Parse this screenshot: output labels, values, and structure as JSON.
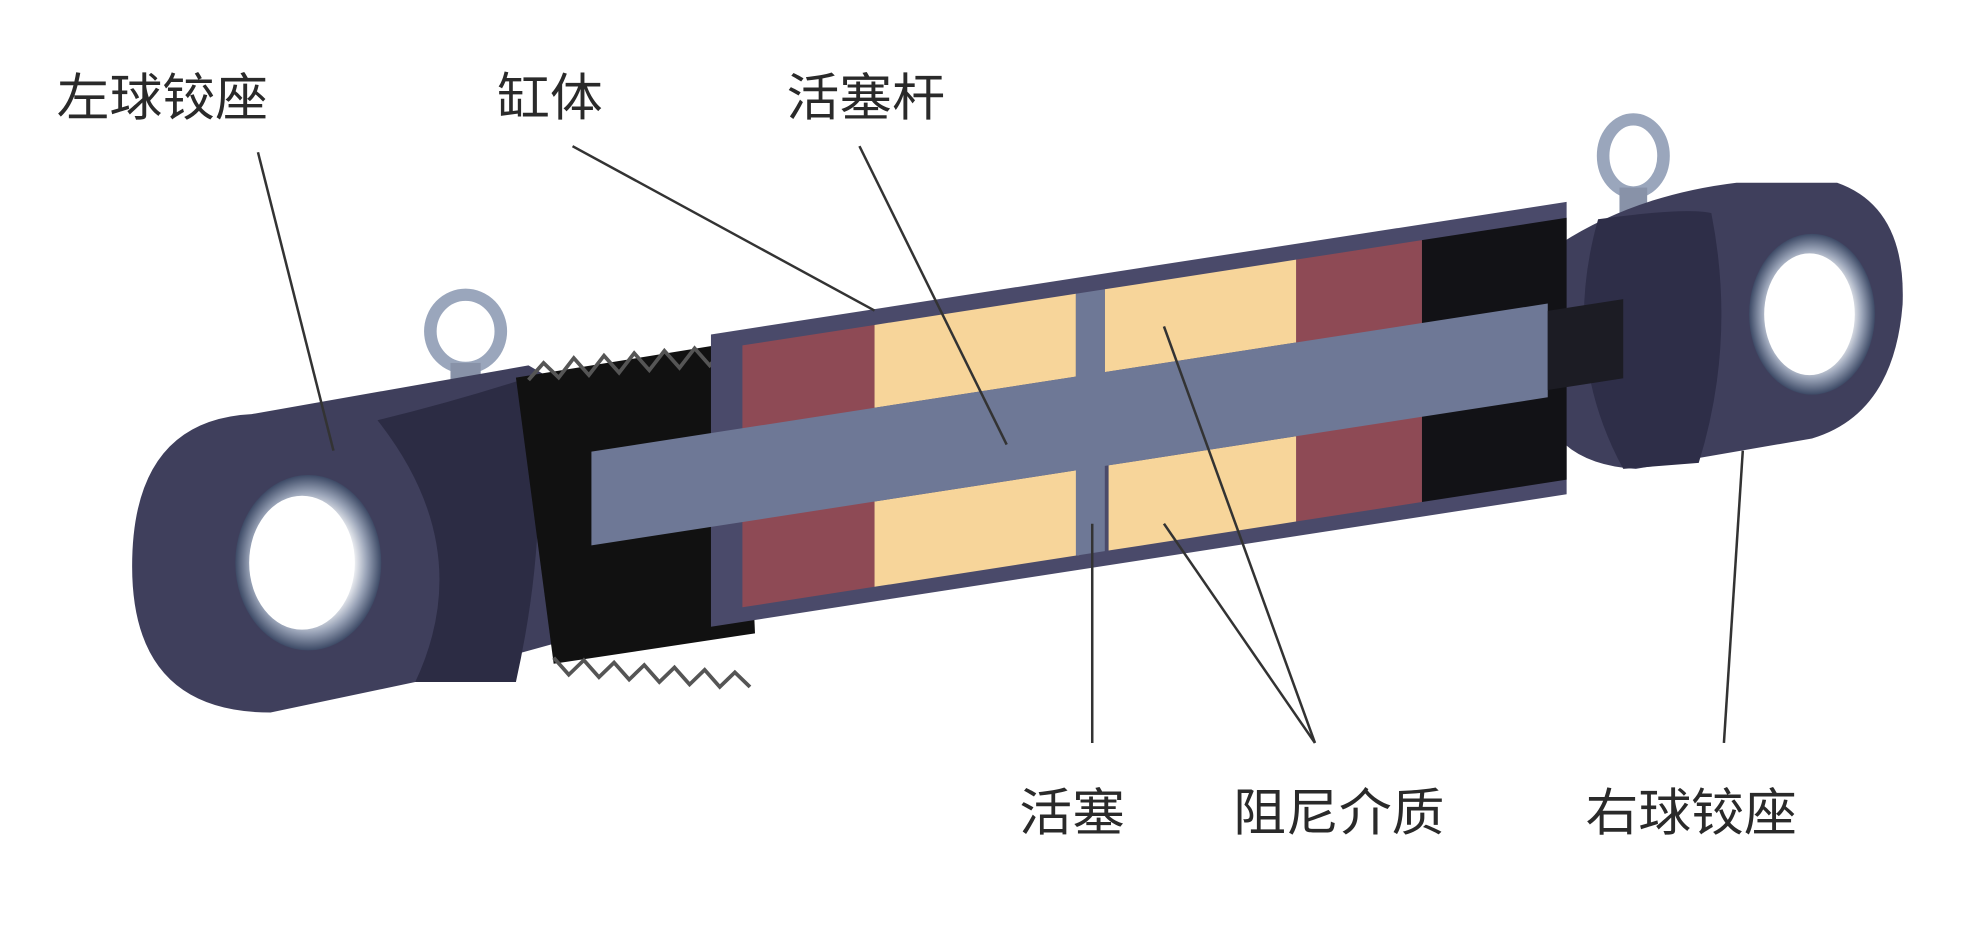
{
  "labels": {
    "left_ball_joint_seat": "左球铰座",
    "cylinder_body": "缸体",
    "piston_rod": "活塞杆",
    "piston": "活塞",
    "damping_medium": "阻尼介质",
    "right_ball_joint_seat": "右球铰座"
  },
  "colors": {
    "body": "#4a4a6a",
    "rod": "#6e7896",
    "seal": "#8e4a55",
    "medium": "#f7d59a"
  }
}
